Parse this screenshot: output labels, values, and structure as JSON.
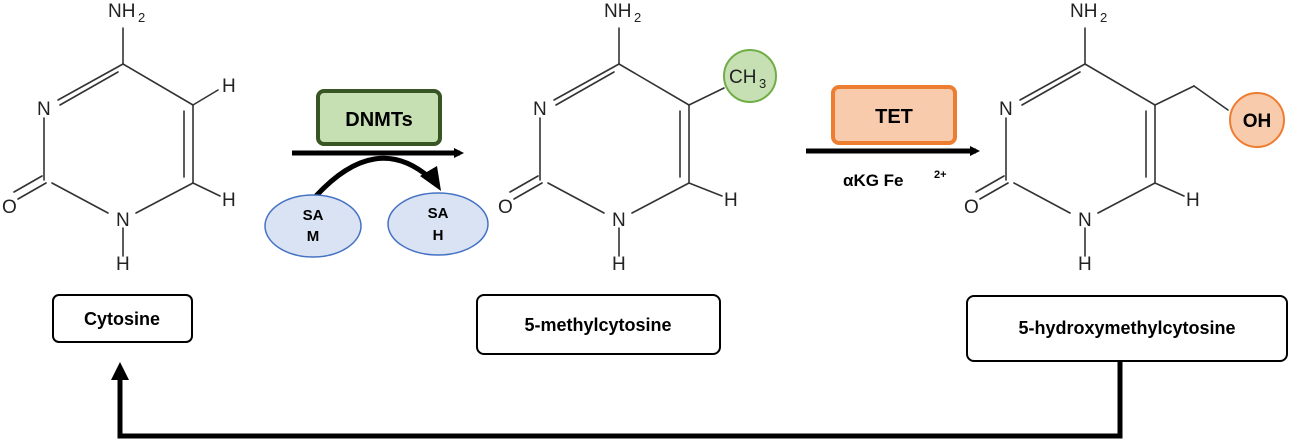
{
  "atoms": {
    "nh2_n": "NH",
    "nh2_sub": "2",
    "ring_n": "N",
    "ring_o": "O",
    "ring_nh_n": "N",
    "ring_nh_h": "H",
    "h": "H"
  },
  "methyl": {
    "base": "CH",
    "sub": "3"
  },
  "hydroxyl": {
    "label": "OH"
  },
  "enzymes": {
    "dnmts": "DNMTs",
    "tet": "TET"
  },
  "cofactors": {
    "sam_line1": "SA",
    "sam_line2": "M",
    "sah_line1": "SA",
    "sah_line2": "H",
    "akg": "αKG Fe",
    "akg_sup": "2+"
  },
  "molecules": {
    "cytosine": "Cytosine",
    "methylcytosine": "5-methylcytosine",
    "hydroxymethylcytosine": "5-hydroxymethylcytosine"
  },
  "colors": {
    "dnmts_fill": "#c6e0b4",
    "dnmts_stroke": "#375623",
    "tet_fill": "#f8cbad",
    "tet_stroke": "#ed7d31",
    "methyl_fill": "#c6e0b4",
    "methyl_stroke": "#70ad47",
    "hydroxyl_fill": "#f8cbad",
    "hydroxyl_stroke": "#ed7d31",
    "cofactor_fill": "#dae3f3",
    "cofactor_stroke": "#4472c4"
  }
}
